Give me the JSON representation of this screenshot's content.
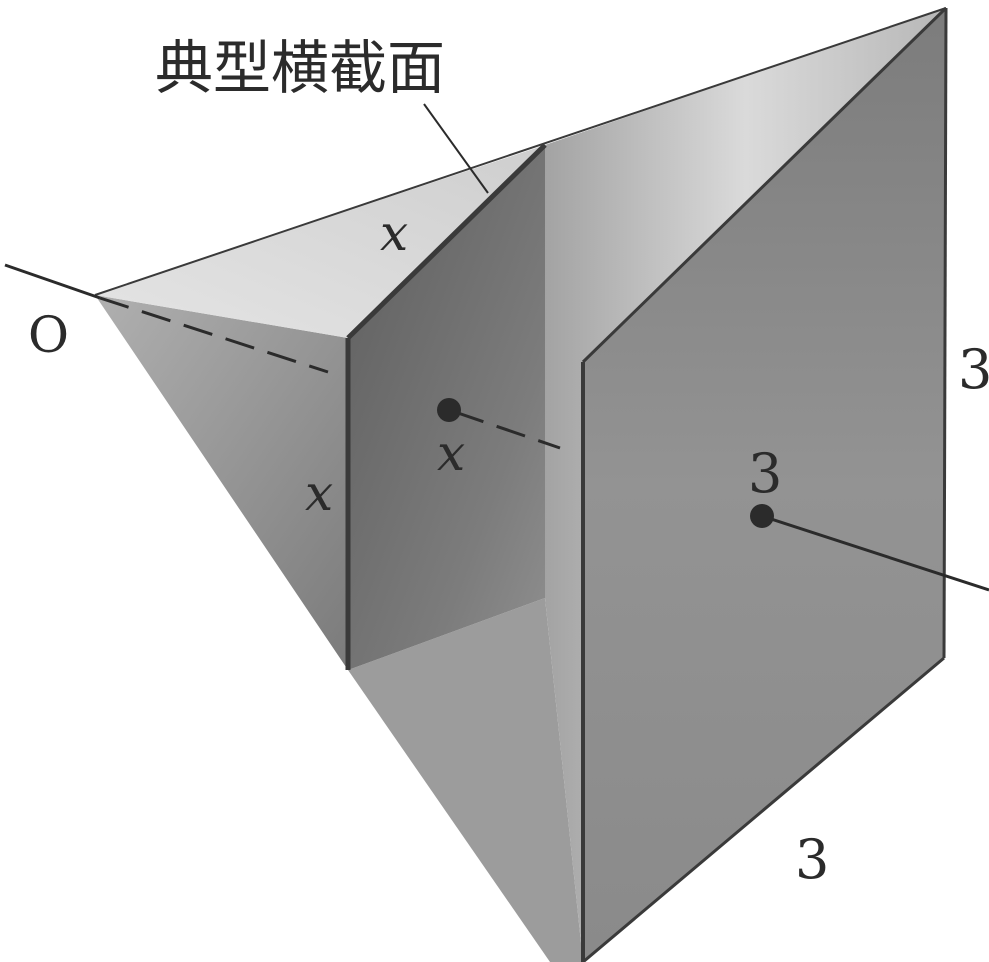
{
  "labels": {
    "section_callout": "典型横截面",
    "vertex_origin": "O",
    "section_top_edge": "x",
    "section_side_edge": "x",
    "section_center_x": "x",
    "end_face_height": "3",
    "end_face_center": "3",
    "base_edge": "3"
  },
  "colors": {
    "background": "#ffffff",
    "ink": "#2b2b2b",
    "top_face": "#c9c9c9",
    "left_face": "#9a9a9a",
    "section_face": "#6f6f6f",
    "inner_face": "#bdbdbd",
    "end_face": "#858585"
  }
}
